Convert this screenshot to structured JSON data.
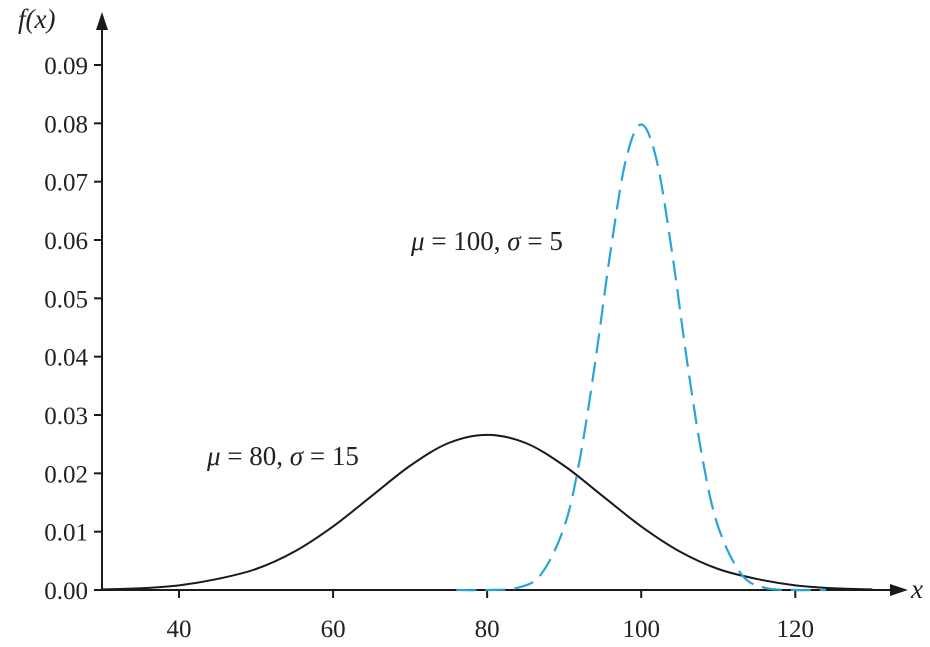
{
  "chart_data": {
    "type": "line",
    "xlabel": "x",
    "ylabel": "f(x)",
    "xlim": [
      30,
      131
    ],
    "ylim": [
      0,
      0.096
    ],
    "x_ticks": [
      {
        "value": 40,
        "label": "40"
      },
      {
        "value": 60,
        "label": "60"
      },
      {
        "value": 80,
        "label": "80"
      },
      {
        "value": 100,
        "label": "100"
      },
      {
        "value": 120,
        "label": "120"
      }
    ],
    "y_ticks": [
      {
        "value": 0.0,
        "label": "0.00"
      },
      {
        "value": 0.01,
        "label": "0.01"
      },
      {
        "value": 0.02,
        "label": "0.02"
      },
      {
        "value": 0.03,
        "label": "0.03"
      },
      {
        "value": 0.04,
        "label": "0.04"
      },
      {
        "value": 0.05,
        "label": "0.05"
      },
      {
        "value": 0.06,
        "label": "0.06"
      },
      {
        "value": 0.07,
        "label": "0.07"
      },
      {
        "value": 0.08,
        "label": "0.08"
      },
      {
        "value": 0.09,
        "label": "0.09"
      }
    ],
    "series": [
      {
        "mu": 80,
        "sigma": 15,
        "x": [
          30,
          35,
          40,
          45,
          50,
          55,
          60,
          65,
          70,
          75,
          80,
          85,
          90,
          95,
          100,
          105,
          110,
          115,
          120,
          125,
          130
        ],
        "y": [
          0.0001,
          0.0003,
          0.0008,
          0.0019,
          0.0036,
          0.0066,
          0.0109,
          0.0161,
          0.0213,
          0.0252,
          0.0266,
          0.0252,
          0.0213,
          0.0161,
          0.0109,
          0.0066,
          0.0036,
          0.0019,
          0.0008,
          0.0003,
          0.0001
        ],
        "color": "#1a1a1a",
        "style": "solid",
        "label": {
          "mu_symbol": "μ",
          "eq1": " = 80, ",
          "sigma_symbol": "σ",
          "eq2": " = 15"
        }
      },
      {
        "mu": 100,
        "sigma": 5,
        "x": [
          76,
          80,
          84,
          87,
          90,
          92,
          94,
          96,
          98,
          100,
          102,
          104,
          106,
          108,
          110,
          113,
          116,
          120,
          124
        ],
        "y": [
          0.0,
          0.0,
          0.0004,
          0.0027,
          0.0108,
          0.0222,
          0.0388,
          0.0579,
          0.0737,
          0.0798,
          0.0737,
          0.0579,
          0.0388,
          0.0222,
          0.0108,
          0.0027,
          0.0004,
          0.0,
          0.0
        ],
        "color": "#29a3d8",
        "style": "dashed",
        "label": {
          "mu_symbol": "μ",
          "eq1": " = 100, ",
          "sigma_symbol": "σ",
          "eq2": " = 5"
        }
      }
    ],
    "grid": false,
    "legend": "none"
  }
}
